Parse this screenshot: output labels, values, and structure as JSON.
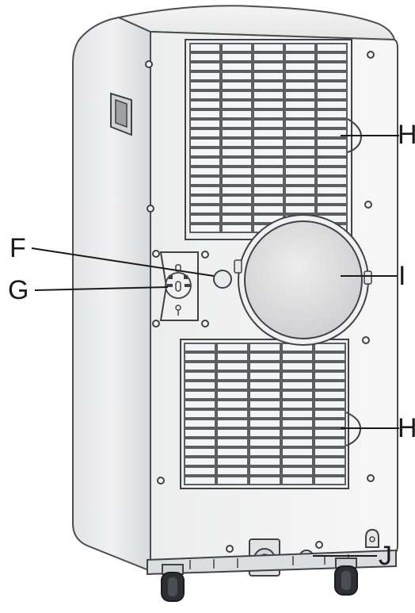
{
  "diagram": {
    "callouts": [
      {
        "id": "H-upper",
        "label": "H"
      },
      {
        "id": "F",
        "label": "F"
      },
      {
        "id": "I",
        "label": "I"
      },
      {
        "id": "G",
        "label": "G"
      },
      {
        "id": "H-lower",
        "label": "H"
      },
      {
        "id": "J",
        "label": "J"
      }
    ]
  }
}
